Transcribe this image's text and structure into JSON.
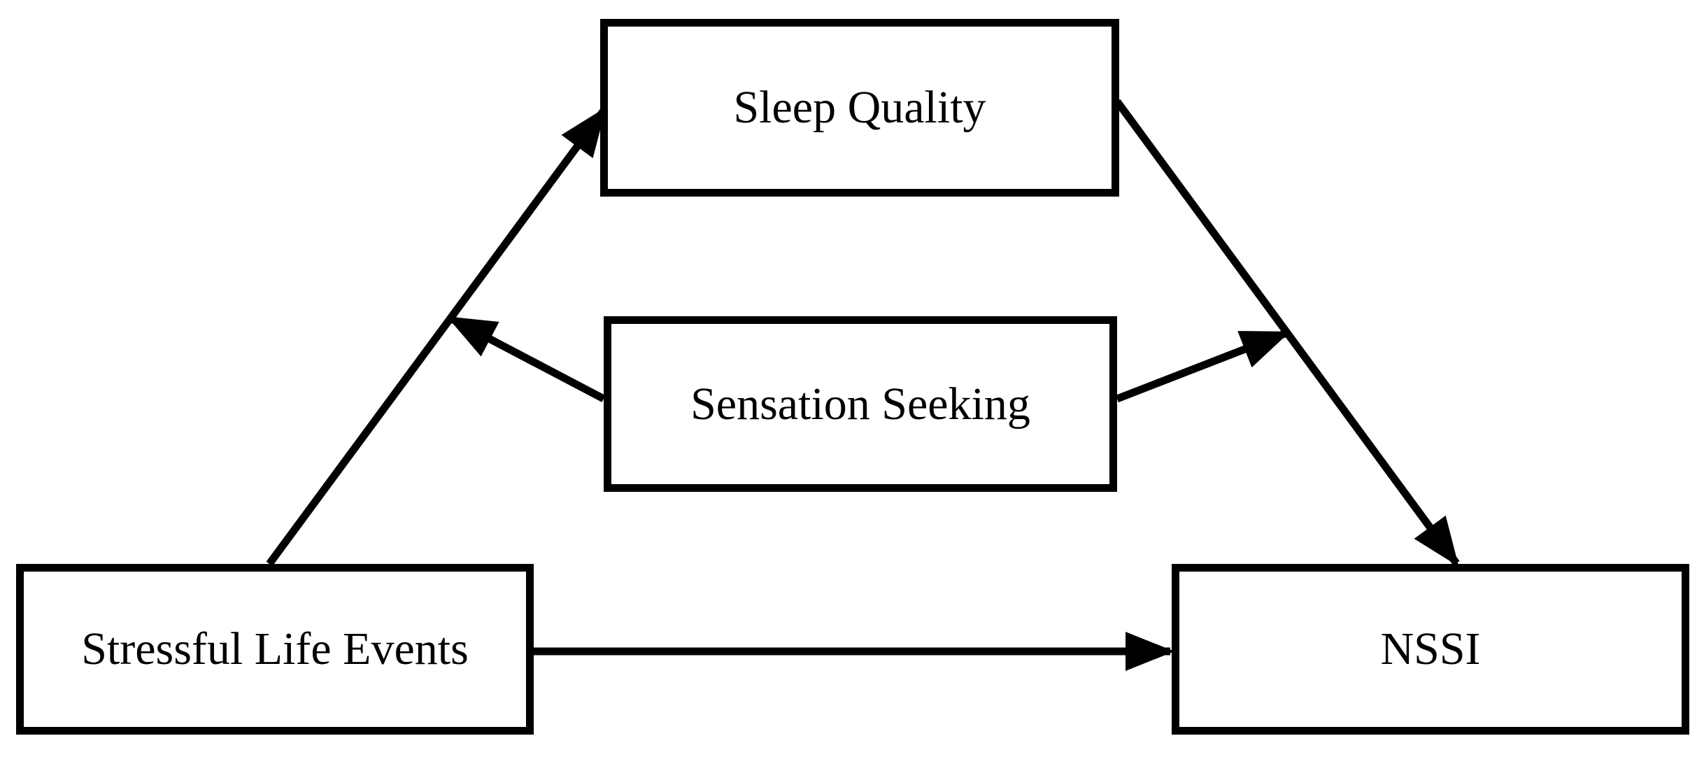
{
  "canvas": {
    "background_color": "#ffffff",
    "stroke_color": "#000000"
  },
  "nodes": {
    "sleep_quality": {
      "label": "Sleep Quality"
    },
    "sensation_seeking": {
      "label": "Sensation Seeking"
    },
    "stressful_life_events": {
      "label": "Stressful Life Events"
    },
    "nssi": {
      "label": "NSSI"
    }
  },
  "edges": [
    {
      "name": "sle-to-sleep-quality",
      "from": "stressful_life_events",
      "to": "sleep_quality",
      "style": "solid",
      "arrowhead": "filled-triangle"
    },
    {
      "name": "sleep-quality-to-nssi",
      "from": "sleep_quality",
      "to": "nssi",
      "style": "solid",
      "arrowhead": "filled-triangle"
    },
    {
      "name": "sensation-seeking-to-a-path",
      "from": "sensation_seeking",
      "to": "edge:sle-to-sleep-quality",
      "style": "solid",
      "arrowhead": "filled-triangle"
    },
    {
      "name": "sensation-seeking-to-b-path",
      "from": "sensation_seeking",
      "to": "edge:sleep-quality-to-nssi",
      "style": "solid",
      "arrowhead": "filled-triangle"
    },
    {
      "name": "sle-to-nssi",
      "from": "stressful_life_events",
      "to": "nssi",
      "style": "solid",
      "arrowhead": "filled-triangle"
    }
  ]
}
